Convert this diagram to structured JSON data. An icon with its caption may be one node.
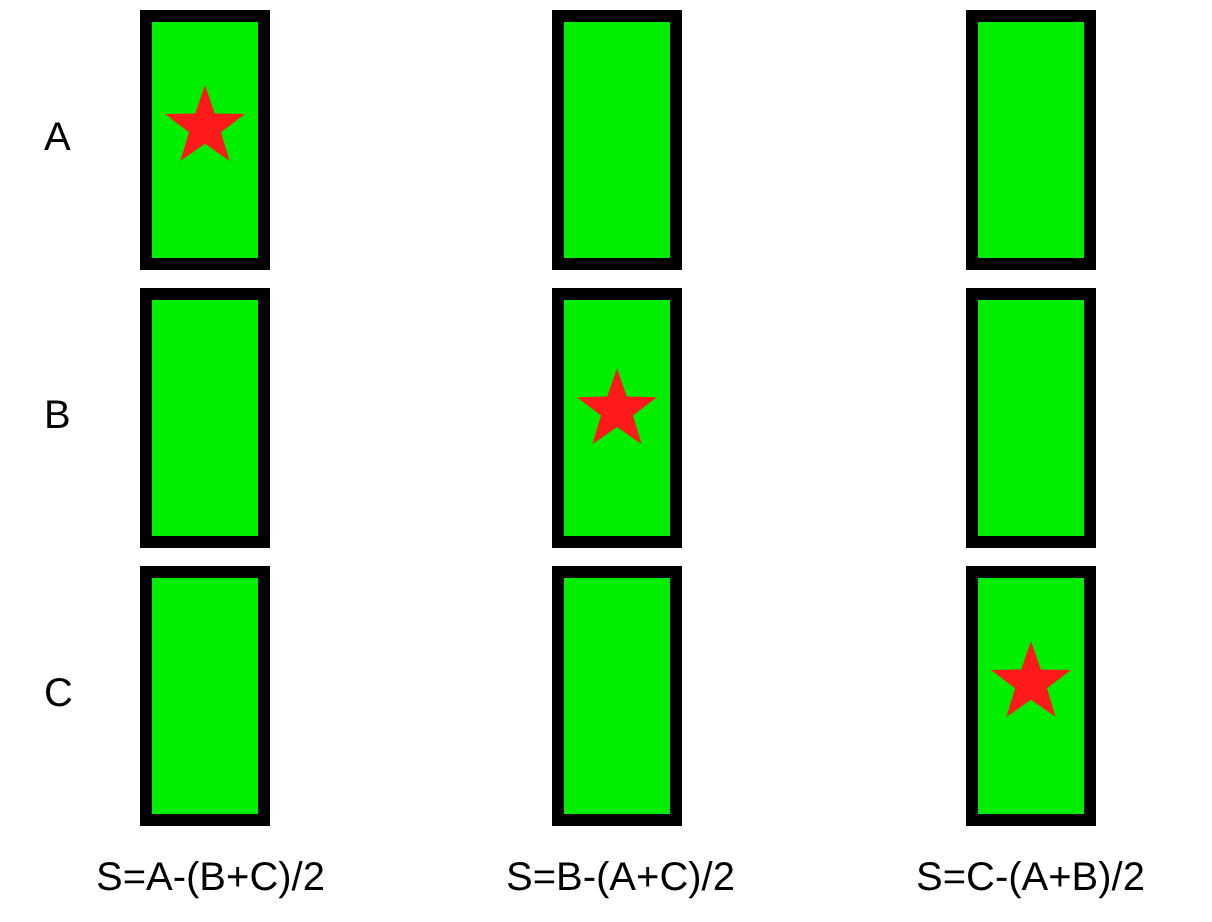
{
  "diagram": {
    "labels": [
      "A",
      "B",
      "C",
      "S=A-(B+C)/2",
      "S=B-(A+C)/2",
      "S=C-(A+B)/2"
    ]
  }
}
